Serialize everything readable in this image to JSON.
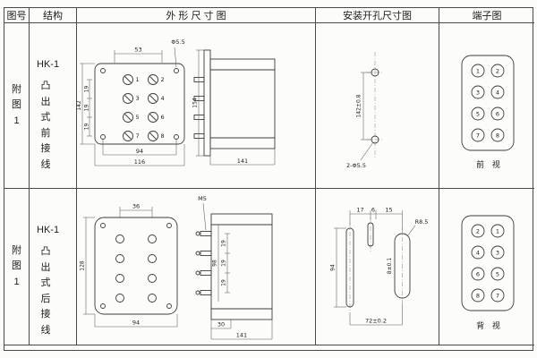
{
  "colors": {
    "border": "#4a4a4a",
    "line": "#3b3b3b",
    "bg": "#fcfcfa"
  },
  "header": {
    "figure": "图号",
    "structure": "结构",
    "outline": "外 形 尺 寸 图",
    "mounting": "安装开孔尺寸图",
    "terminal": "端子图"
  },
  "row1": {
    "figure": "附图1",
    "model": "HK-1",
    "wiring": "凸出式前接线",
    "outline": {
      "terminals": [
        "1",
        "2",
        "3",
        "4",
        "5",
        "6",
        "7",
        "8"
      ],
      "dims": {
        "top_span": "53",
        "hole": "Φ5.5",
        "height": "142",
        "pitch1": "19",
        "pitch2": "19",
        "pitch3": "19",
        "hole_span": "94",
        "width": "116",
        "side_height": "154",
        "depth": "141"
      }
    },
    "mounting": {
      "span": "142±0.8",
      "holes": "2-Φ5.5"
    },
    "terminal": {
      "left": [
        "1",
        "3",
        "5",
        "7"
      ],
      "right": [
        "2",
        "4",
        "6",
        "8"
      ],
      "label": "前 视"
    }
  },
  "row2": {
    "figure": "附图1",
    "model": "HK-1",
    "wiring": "凸出式后接线",
    "outline": {
      "dims": {
        "top_span": "36",
        "height": "128",
        "width": "94",
        "screw": "M5",
        "block_height": "98",
        "pitch1": "19",
        "pitch2": "19",
        "pitch3": "19",
        "depth_step": "30",
        "depth": "141"
      }
    },
    "mounting": {
      "d1": "17",
      "d2": "6",
      "d3": "15",
      "height": "94",
      "radius": "R8.5",
      "slot": "8±0.1",
      "span": "72±0.2"
    },
    "terminal": {
      "left": [
        "2",
        "4",
        "6",
        "8"
      ],
      "right": [
        "1",
        "3",
        "5",
        "7"
      ],
      "label": "背 视"
    }
  }
}
